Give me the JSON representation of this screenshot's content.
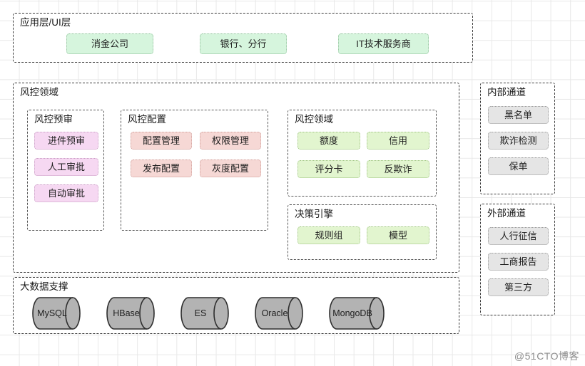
{
  "diagram": {
    "watermark": "@51CTO博客",
    "colors": {
      "green": "#d6f5dd",
      "green_light": "#e2f5cf",
      "pink": "#f6d8d5",
      "violet": "#f6d8f2",
      "grey": "#e5e5e5",
      "border": "#3a3a3a",
      "grid": "#e8e8e8"
    },
    "groups": {
      "application_layer": {
        "title": "应用层/UI层",
        "nodes": [
          {
            "label": "消金公司",
            "style": "green"
          },
          {
            "label": "银行、分行",
            "style": "green"
          },
          {
            "label": "IT技术服务商",
            "style": "green"
          }
        ]
      },
      "risk_control_domain": {
        "title": "风控领域",
        "subgroups": {
          "pre_review": {
            "title": "风控预审",
            "nodes": [
              {
                "label": "进件预审",
                "style": "violet"
              },
              {
                "label": "人工审批",
                "style": "violet"
              },
              {
                "label": "自动审批",
                "style": "violet"
              }
            ]
          },
          "configuration": {
            "title": "风控配置",
            "nodes": [
              {
                "label": "配置管理",
                "style": "pink"
              },
              {
                "label": "权限管理",
                "style": "pink"
              },
              {
                "label": "发布配置",
                "style": "pink"
              },
              {
                "label": "灰度配置",
                "style": "pink"
              }
            ]
          },
          "domain_core": {
            "title": "风控领域",
            "nodes": [
              {
                "label": "额度",
                "style": "green2"
              },
              {
                "label": "信用",
                "style": "green2"
              },
              {
                "label": "评分卡",
                "style": "green2"
              },
              {
                "label": "反欺诈",
                "style": "green2"
              }
            ]
          },
          "decision_engine": {
            "title": "决策引擎",
            "nodes": [
              {
                "label": "规则组",
                "style": "green2"
              },
              {
                "label": "模型",
                "style": "green2"
              }
            ]
          }
        }
      },
      "big_data_support": {
        "title": "大数据支撑",
        "nodes": [
          {
            "label": "MySQL",
            "style": "cylinder"
          },
          {
            "label": "HBase",
            "style": "cylinder"
          },
          {
            "label": "ES",
            "style": "cylinder"
          },
          {
            "label": "Oracle",
            "style": "cylinder"
          },
          {
            "label": "MongoDB",
            "style": "cylinder"
          }
        ]
      },
      "internal_channel": {
        "title": "内部通道",
        "nodes": [
          {
            "label": "黑名单",
            "style": "grey"
          },
          {
            "label": "欺诈检测",
            "style": "grey"
          },
          {
            "label": "保单",
            "style": "grey"
          }
        ]
      },
      "external_channel": {
        "title": "外部通道",
        "nodes": [
          {
            "label": "人行征信",
            "style": "grey"
          },
          {
            "label": "工商报告",
            "style": "grey"
          },
          {
            "label": "第三方",
            "style": "grey"
          }
        ]
      }
    }
  }
}
